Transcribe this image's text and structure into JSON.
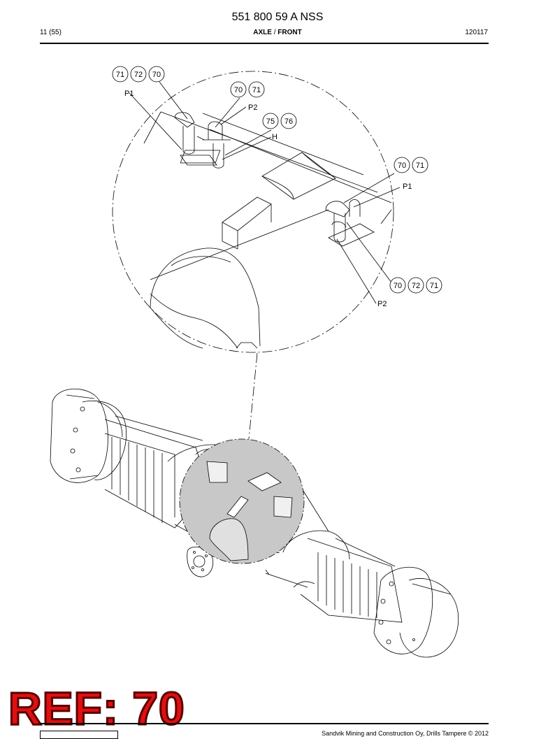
{
  "header": {
    "doc_number": "551 800 59 A NSS",
    "page": "11 (55)",
    "section_main": "AXLE",
    "section_sep": " / ",
    "section_sub": "FRONT",
    "date_code": "120117"
  },
  "callouts": [
    {
      "id": "c1",
      "items": [
        "71",
        "72",
        "70"
      ],
      "label": "P1"
    },
    {
      "id": "c2",
      "items": [
        "70",
        "71"
      ],
      "label": "P2"
    },
    {
      "id": "c3",
      "items": [
        "75",
        "76"
      ],
      "label": "H"
    },
    {
      "id": "c4",
      "items": [
        "70",
        "71"
      ],
      "label": "P1"
    },
    {
      "id": "c5",
      "items": [
        "70",
        "72",
        "71"
      ],
      "label": "P2"
    }
  ],
  "stamp": "REF: 70",
  "footer": {
    "copyright": "Sandvik Mining and Construction Oy, Drills Tampere © 2012"
  }
}
